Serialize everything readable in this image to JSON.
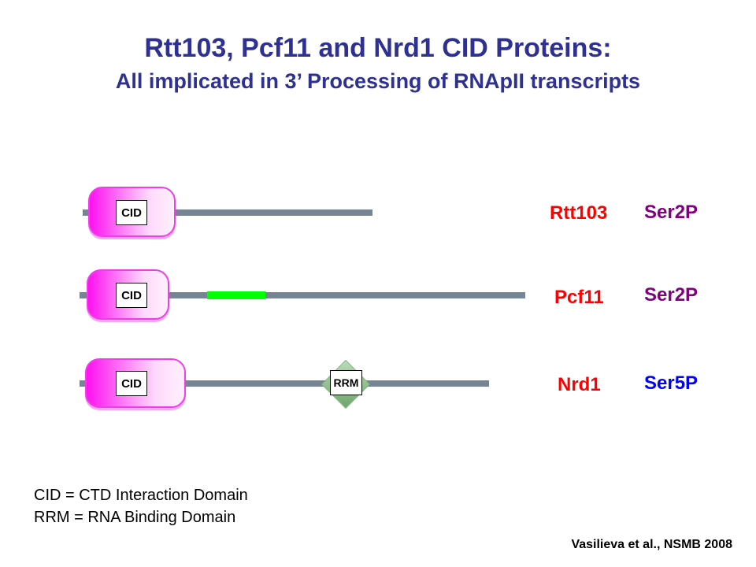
{
  "title": "Rtt103, Pcf11 and Nrd1 CID Proteins:",
  "subtitle": "All implicated in 3’ Processing of RNApII transcripts",
  "proteins": [
    {
      "domain_label": "CID",
      "name": "Rtt103",
      "ctd_mark": "Ser2P",
      "ctd_color": "#800080"
    },
    {
      "domain_label": "CID",
      "name": "Pcf11",
      "ctd_mark": "Ser2P",
      "ctd_color": "#800080"
    },
    {
      "domain_label": "CID",
      "second_domain_label": "RRM",
      "name": "Nrd1",
      "ctd_mark": "Ser5P",
      "ctd_color": "#0000ff"
    }
  ],
  "legend": [
    "CID = CTD Interaction Domain",
    "RRM = RNA Binding Domain"
  ],
  "citation": "Vasilieva et al., NSMB 2008",
  "colors": {
    "title": "#2e3192",
    "name": "#ff0000",
    "cid": "#ff10f0",
    "linker": "#758593",
    "green_region": "#00ff00"
  }
}
